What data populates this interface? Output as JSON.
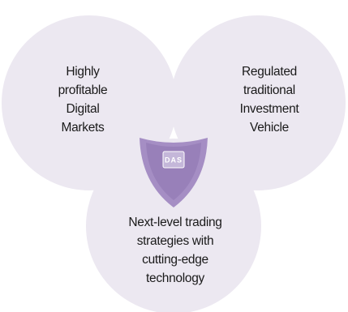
{
  "venn": {
    "colors": {
      "circle_fill": "#ece8f1",
      "center_shield": "#a58ec4",
      "center_shield_inner": "#8f77b3",
      "logo_box": "#c4b7d9"
    },
    "circles": [
      {
        "id": "left",
        "lines": [
          "Highly",
          "profitable",
          "Digital",
          "Markets"
        ]
      },
      {
        "id": "right",
        "lines": [
          "Regulated",
          "traditional",
          "Investment",
          "Vehicle"
        ]
      },
      {
        "id": "bottom",
        "lines": [
          "Next-level trading",
          "strategies with",
          "cutting-edge",
          "technology"
        ]
      }
    ],
    "center": {
      "logo_text": "DAS",
      "icon": "das-logo"
    }
  }
}
